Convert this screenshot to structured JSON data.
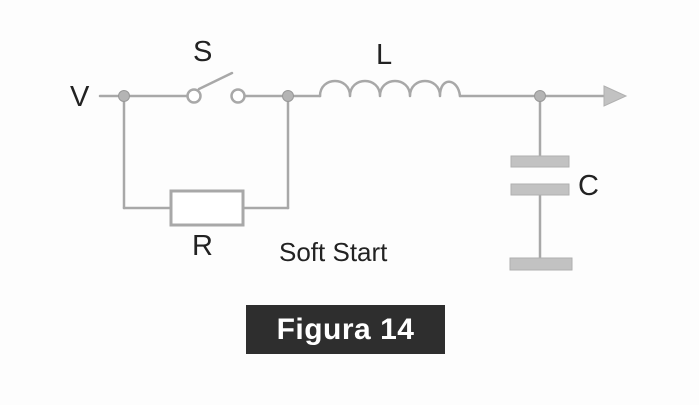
{
  "diagram": {
    "labels": {
      "v": "V",
      "s": "S",
      "l": "L",
      "c": "C",
      "r": "R"
    },
    "caption": "Soft Start",
    "figure_label": "Figura 14"
  },
  "colors": {
    "wire": "#a8a8a8",
    "component_fill": "#c2c2c2",
    "text": "#222222",
    "figure_label_bg": "#2e2e2e",
    "figure_label_text": "#ffffff"
  }
}
